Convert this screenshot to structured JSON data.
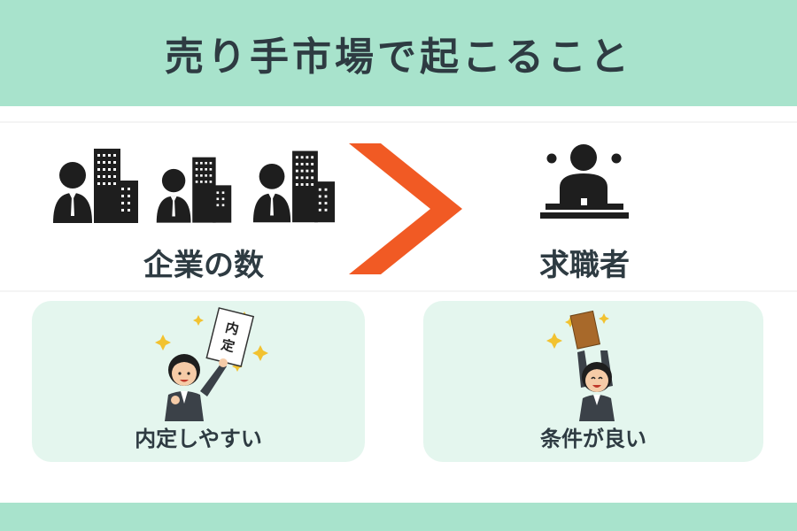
{
  "title": "売り手市場で起こること",
  "left": {
    "label": "企業の数"
  },
  "right": {
    "label": "求職者"
  },
  "comparison_symbol": ">",
  "cards": [
    {
      "label": "内定しやすい",
      "sign_text": "内定"
    },
    {
      "label": "条件が良い"
    }
  ],
  "colors": {
    "band": "#a8e3cc",
    "card": "#e4f6ee",
    "arrow": "#f15a24",
    "text": "#2e3b42"
  }
}
